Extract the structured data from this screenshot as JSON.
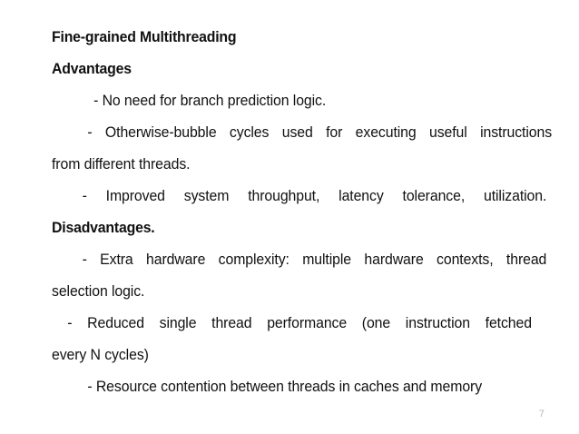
{
  "slide": {
    "title": "Fine-grained Multithreading",
    "background_color": "#ffffff",
    "text_color": "#111111",
    "page_number": "7",
    "page_number_color": "#b9b9b9",
    "lines": [
      {
        "id": "title",
        "text": "Fine-grained Multithreading"
      },
      {
        "id": "advantages",
        "text": "Advantages"
      },
      {
        "id": "adv-1",
        "text": "-  No need for branch prediction logic."
      },
      {
        "id": "adv-2a",
        "text": "- Otherwise-bubble cycles used for executing useful instructions"
      },
      {
        "id": "adv-2b",
        "text": "from different threads."
      },
      {
        "id": "adv-3",
        "text": "-  Improved  system  throughput,  latency  tolerance,  utilization."
      },
      {
        "id": "disadvantages",
        "text": "Disadvantages."
      },
      {
        "id": "dis-1a",
        "text": "- Extra hardware complexity: multiple hardware contexts,  thread"
      },
      {
        "id": "dis-1b",
        "text": "selection logic."
      },
      {
        "id": "dis-2a",
        "text": "-  Reduced  single  thread  performance  (one  instruction  fetched"
      },
      {
        "id": "dis-2b",
        "text": "every N cycles)"
      },
      {
        "id": "dis-3",
        "text": "- Resource contention between threads in caches and memory"
      }
    ]
  }
}
